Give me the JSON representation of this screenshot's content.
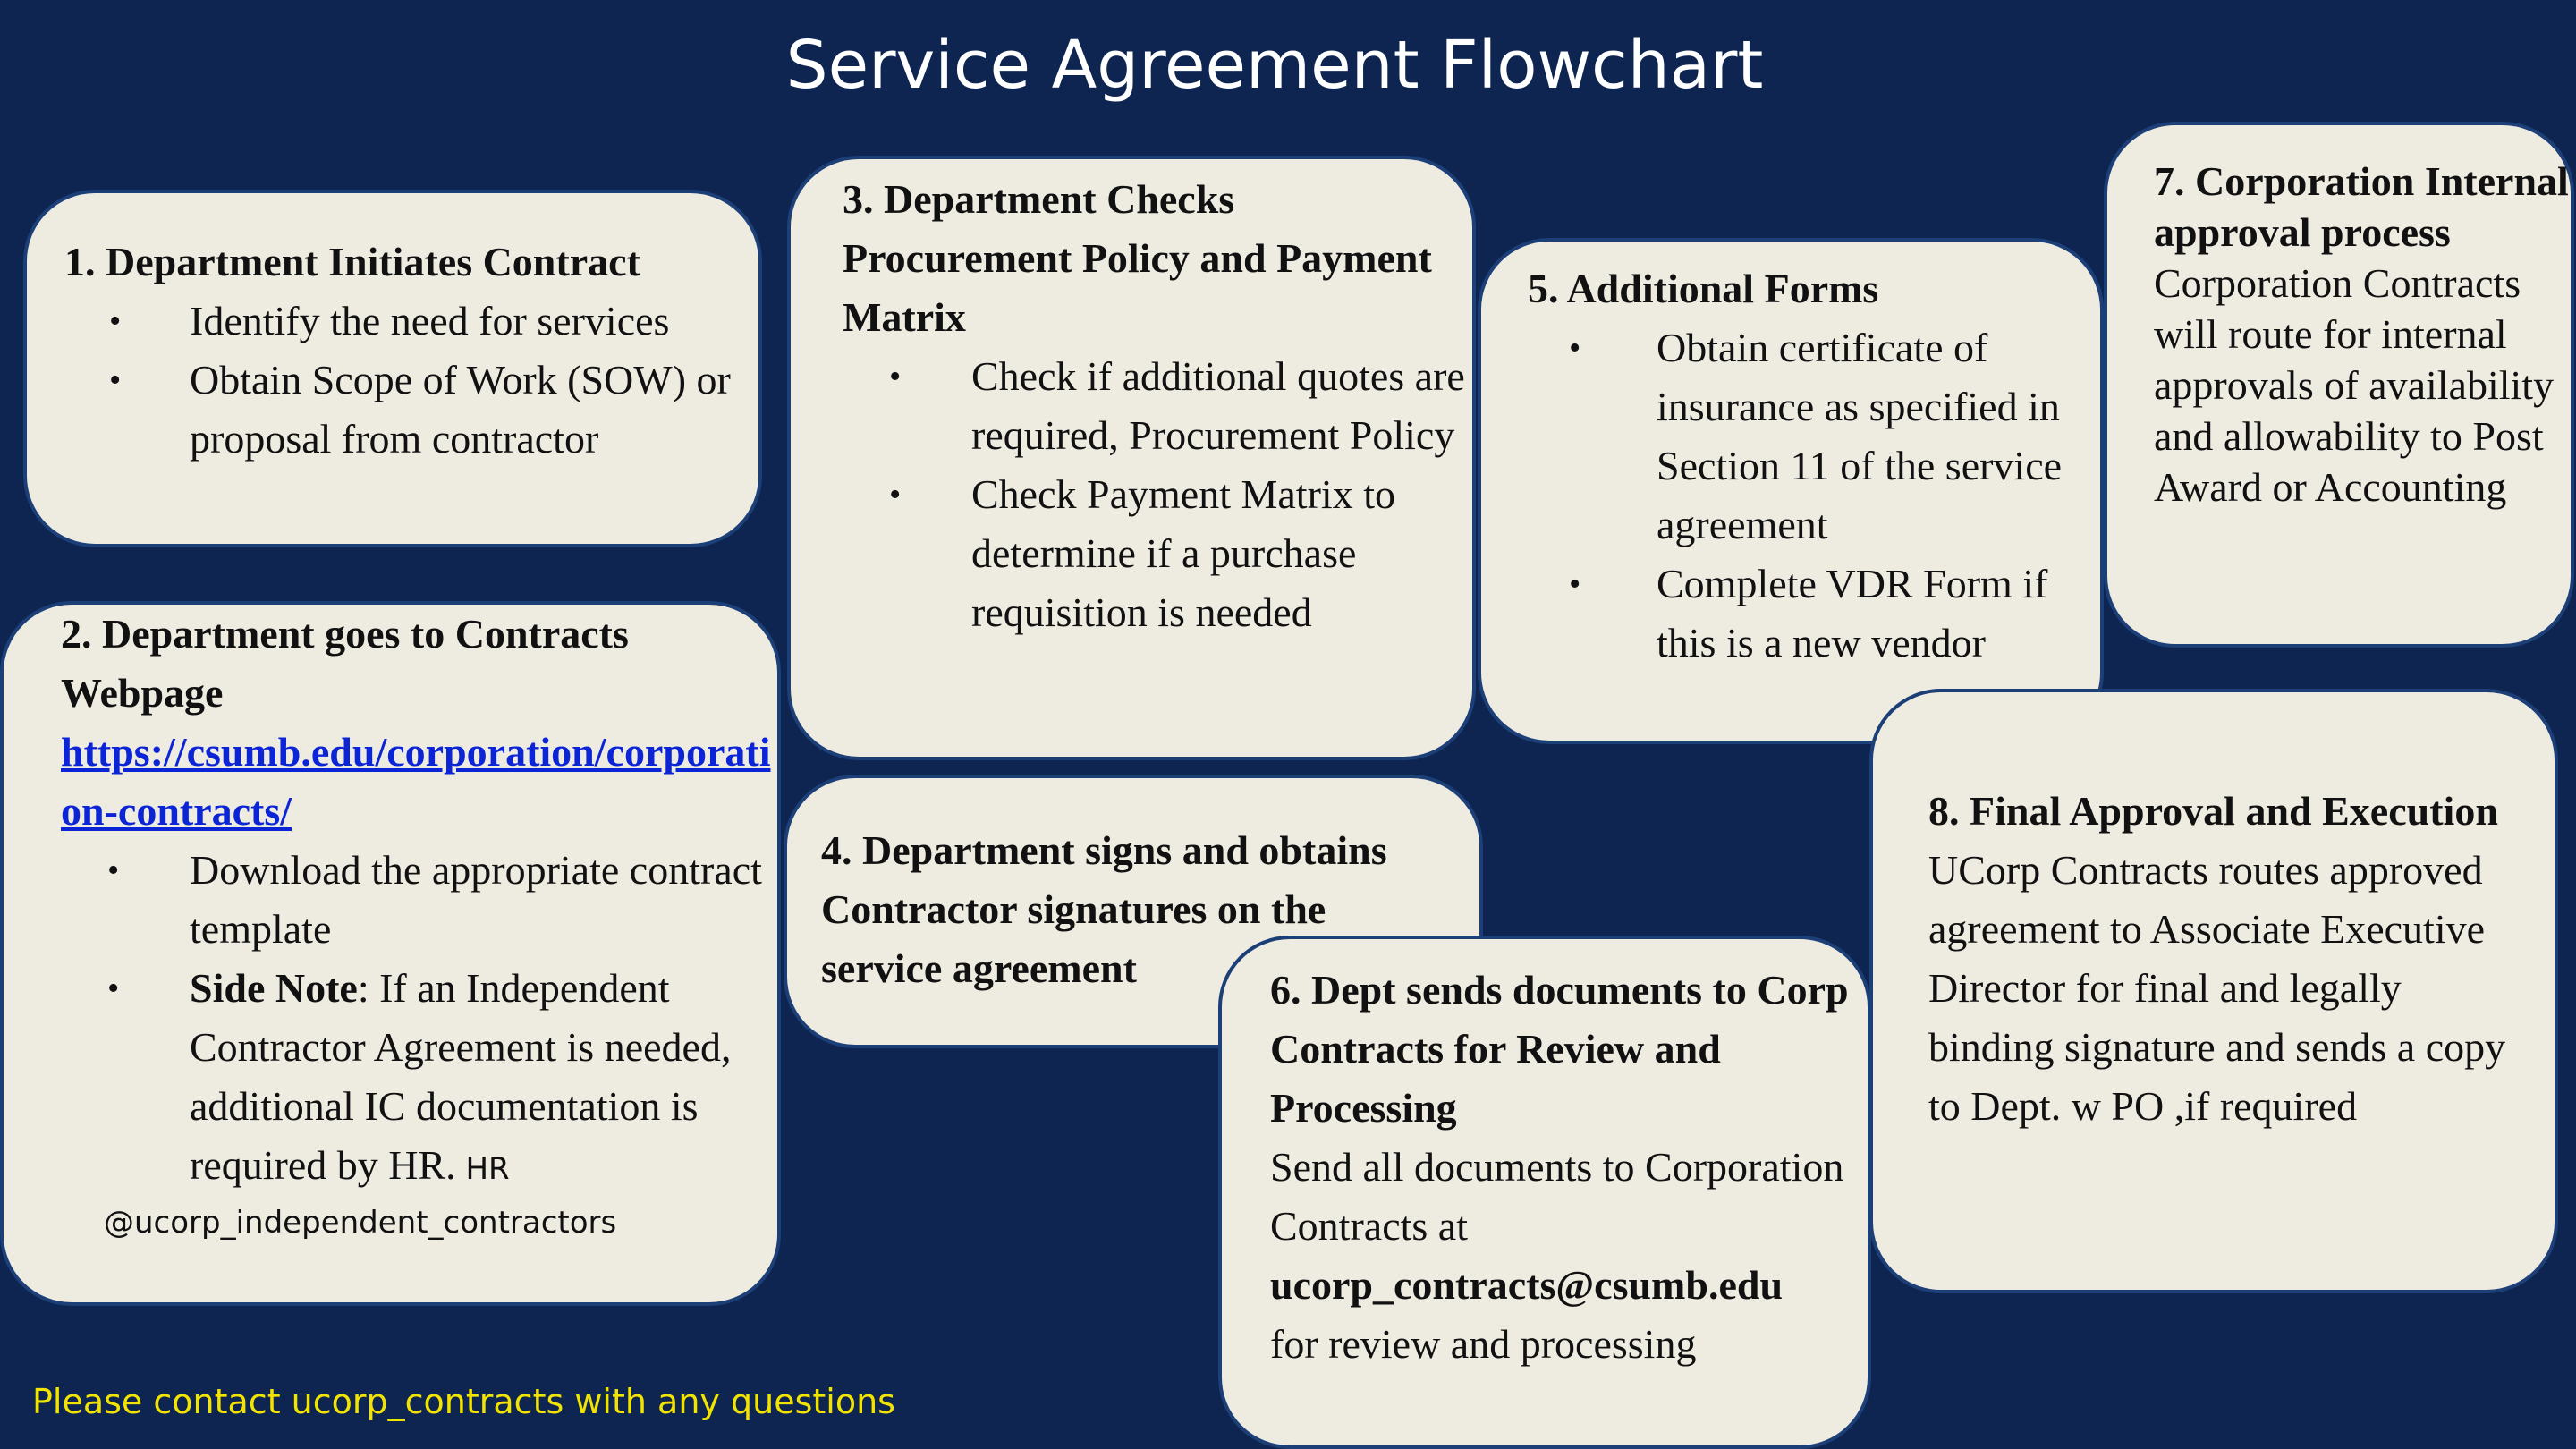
{
  "title": "Service Agreement Flowchart",
  "steps": {
    "s1": {
      "heading": "1. Department Initiates Contract",
      "bullets": [
        "Identify the need for services",
        "Obtain Scope of Work (SOW) or proposal from contractor"
      ]
    },
    "s2": {
      "heading": "2. Department goes to Contracts Webpage",
      "link": "https://csumb.edu/corporation/corporation-contracts/",
      "bullet1": "Download the appropriate contract template",
      "side_note_label": "Side Note",
      "side_note_text": ": If an Independent Contractor Agreement is needed, additional IC documentation is required by HR.",
      "hr_tag": " HR",
      "contact": "@ucorp_independent_contractors"
    },
    "s3": {
      "heading": "3. Department Checks Procurement Policy and Payment Matrix",
      "bullets": [
        "Check if additional quotes are required, Procurement Policy",
        "Check Payment Matrix to determine if a purchase requisition is needed"
      ]
    },
    "s4": {
      "heading": "4. Department signs and obtains Contractor signatures on the service agreement"
    },
    "s5": {
      "heading": "5. Additional Forms",
      "bullets": [
        "Obtain certificate of insurance as specified in Section 11 of the service agreement",
        "Complete VDR Form if this is a new vendor"
      ]
    },
    "s6": {
      "heading": "6. Dept sends documents to Corp Contracts for Review and Processing",
      "text_before": "Send all documents to Corporation Contracts at",
      "email": "ucorp_contracts@csumb.edu",
      "text_after": "for review and processing"
    },
    "s7": {
      "heading": "7. Corporation Internal approval process",
      "body": "Corporation Contracts will route for internal approvals of availability and allowability to Post Award or Accounting"
    },
    "s8": {
      "heading": "8. Final Approval and Execution",
      "body": "UCorp Contracts routes approved agreement to Associate Executive Director for final and legally binding signature and sends a copy to Dept. w PO ,if required"
    }
  },
  "footer": "Please contact ucorp_contracts with any questions",
  "colors": {
    "background": "#0d2550",
    "box_fill": "#eeebe1",
    "box_border": "#1c3f77",
    "footer_text": "#f2e400",
    "link": "#0b24d6"
  }
}
